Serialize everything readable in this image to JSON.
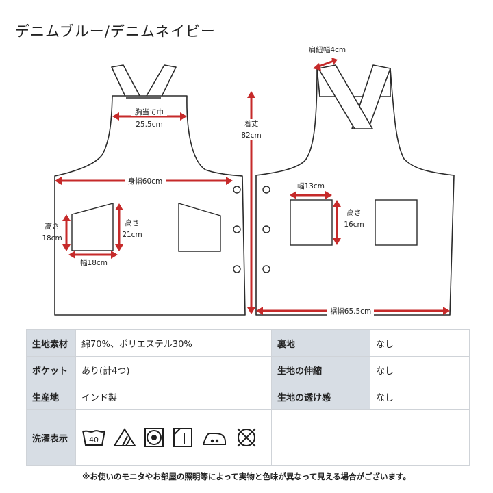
{
  "title": "デニムブルー/デニムネイビー",
  "front": {
    "chest_width": "胸当て巾",
    "chest_width_value": "25.5cm",
    "body_width": "身幅60cm",
    "pocket_height_left": "高さ",
    "pocket_height_left_value": "18cm",
    "pocket_height_right": "高さ",
    "pocket_height_right_value": "21cm",
    "pocket_width": "幅18cm"
  },
  "side": {
    "length": "着丈",
    "length_value": "82cm"
  },
  "back": {
    "strap_width": "肩紐幅4cm",
    "pocket_width": "幅13cm",
    "pocket_height": "高さ",
    "pocket_height_value": "16cm",
    "hem_width": "裾幅65.5cm"
  },
  "specs": {
    "material_label": "生地素材",
    "material_value": "綿70%、ポリエステル30%",
    "lining_label": "裏地",
    "lining_value": "なし",
    "pocket_label": "ポケット",
    "pocket_value": "あり(計4つ)",
    "stretch_label": "生地の伸縮",
    "stretch_value": "なし",
    "origin_label": "生産地",
    "origin_value": "インド製",
    "sheer_label": "生地の透け感",
    "sheer_value": "なし",
    "care_label": "洗濯表示",
    "care_wash_temp": "40",
    "care_icons": [
      "wash-40-icon",
      "bleach-triangle-icon",
      "tumble-dry-icon",
      "line-dry-shade-icon",
      "iron-medium-icon",
      "no-dry-clean-icon"
    ]
  },
  "footnote": "※お使いのモニタやお部屋の照明等によって実物と色味が異なって見える場合がございます。",
  "colors": {
    "accent_red": "#c62a2a",
    "label_bg": "#d7dde4"
  }
}
